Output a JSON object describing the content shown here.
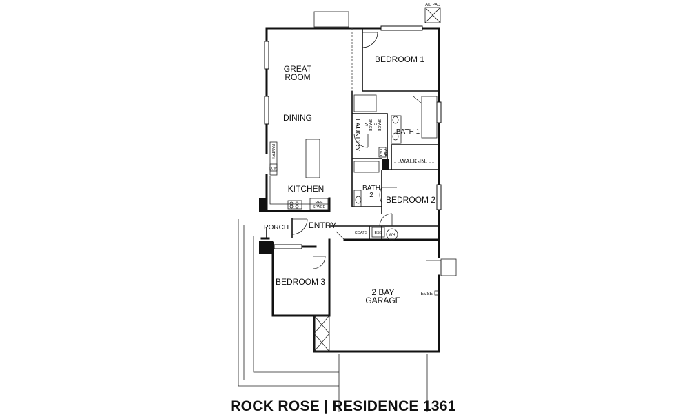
{
  "rooms": {
    "great_room": [
      "GREAT",
      "ROOM"
    ],
    "dining": "DINING",
    "kitchen": "KITCHEN",
    "bedroom_1": "BEDROOM 1",
    "bedroom_2": "BEDROOM 2",
    "bedroom_3": "BEDROOM 3",
    "bath_1": "BATH 1",
    "bath_2": [
      "BATH",
      "2"
    ],
    "laundry": "LAUNDRY",
    "walk_in": "WALK-IN",
    "entry": "ENTRY",
    "porch": "PORCH",
    "garage": [
      "2 BAY",
      "GARAGE"
    ]
  },
  "fixtures": {
    "pantry": "PANTRY",
    "dw": "D.W.",
    "ref_space": [
      "REF",
      "SPACE"
    ],
    "coats": "COATS",
    "ess": "ESS",
    "wh": "WH",
    "evse": "EVSE",
    "ac_pad": "A/C PAD",
    "washer_space": [
      "W",
      "SPACE"
    ],
    "dryer_space": [
      "D",
      "SPACE"
    ],
    "opt_cab": [
      "OPT",
      "CAB"
    ]
  },
  "title": "ROCK ROSE | RESIDENCE 1361"
}
